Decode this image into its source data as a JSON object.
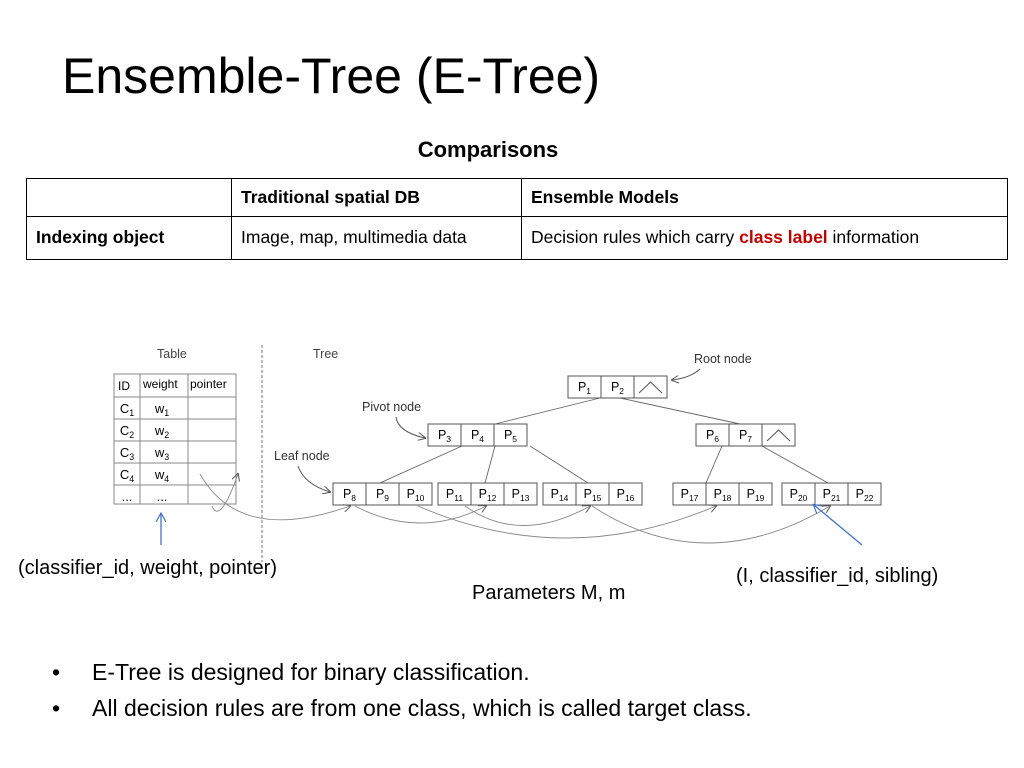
{
  "slide": {
    "title": "Ensemble-Tree (E-Tree)",
    "subtitle": "Comparisons"
  },
  "table": {
    "headers": [
      "",
      "Traditional spatial DB",
      "Ensemble Models"
    ],
    "row": {
      "label": "Indexing object",
      "traditional": "Image, map, multimedia data",
      "ensemble_before": "Decision rules which carry ",
      "ensemble_highlight": "class label",
      "ensemble_after": " information"
    },
    "highlight_color": "#c00000"
  },
  "diagram": {
    "table_title": "Table",
    "tree_title": "Tree",
    "table_headers": [
      "ID",
      "weight",
      "pointer"
    ],
    "table_rows": [
      {
        "id": "C",
        "id_sub": "1",
        "weight": "w",
        "weight_sub": "1"
      },
      {
        "id": "C",
        "id_sub": "2",
        "weight": "w",
        "weight_sub": "2"
      },
      {
        "id": "C",
        "id_sub": "3",
        "weight": "w",
        "weight_sub": "3"
      },
      {
        "id": "C",
        "id_sub": "4",
        "weight": "w",
        "weight_sub": "4"
      },
      {
        "id": "...",
        "id_sub": "",
        "weight": "...",
        "weight_sub": ""
      }
    ],
    "labels": {
      "root": "Root node",
      "pivot": "Pivot node",
      "leaf": "Leaf node"
    },
    "root_entries": [
      {
        "t": "P",
        "s": "1"
      },
      {
        "t": "P",
        "s": "2"
      }
    ],
    "pivot_left_entries": [
      {
        "t": "P",
        "s": "3"
      },
      {
        "t": "P",
        "s": "4"
      },
      {
        "t": "P",
        "s": "5"
      }
    ],
    "pivot_right_entries": [
      {
        "t": "P",
        "s": "6"
      },
      {
        "t": "P",
        "s": "7"
      }
    ],
    "leaves": [
      [
        {
          "t": "P",
          "s": "8"
        },
        {
          "t": "P",
          "s": "9"
        },
        {
          "t": "P",
          "s": "10"
        }
      ],
      [
        {
          "t": "P",
          "s": "11"
        },
        {
          "t": "P",
          "s": "12"
        },
        {
          "t": "P",
          "s": "13"
        }
      ],
      [
        {
          "t": "P",
          "s": "14"
        },
        {
          "t": "P",
          "s": "15"
        },
        {
          "t": "P",
          "s": "16"
        }
      ],
      [
        {
          "t": "P",
          "s": "17"
        },
        {
          "t": "P",
          "s": "18"
        },
        {
          "t": "P",
          "s": "19"
        }
      ],
      [
        {
          "t": "P",
          "s": "20"
        },
        {
          "t": "P",
          "s": "21"
        },
        {
          "t": "P",
          "s": "22"
        }
      ]
    ],
    "captions": {
      "left": "(classifier_id, weight, pointer)",
      "middle": "Parameters  M, m",
      "right": "(I, classifier_id, sibling)"
    },
    "arrow_color": "#4472c4"
  },
  "bullets": [
    "E-Tree is designed for binary classification.",
    "All decision rules are from one class, which is called target class."
  ]
}
